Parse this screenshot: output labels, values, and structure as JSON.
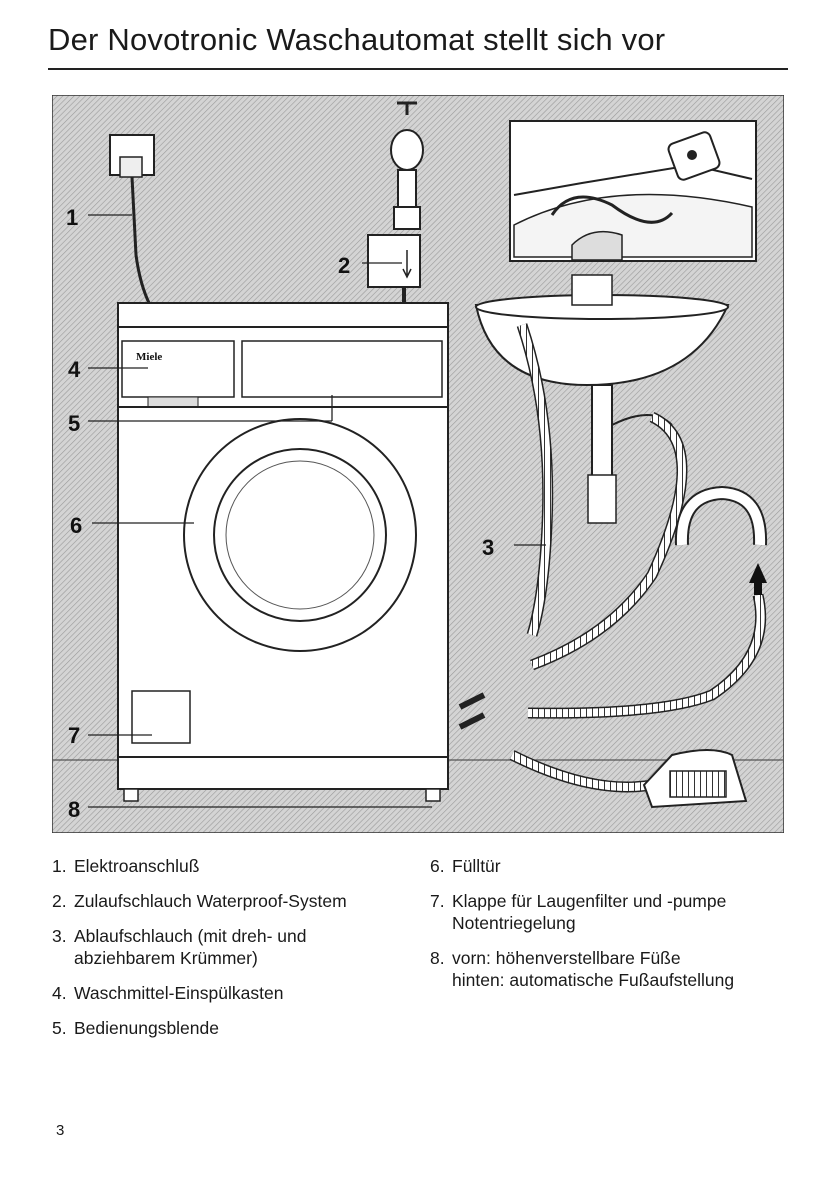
{
  "page": {
    "title": "Der Novotronic Waschautomat stellt sich vor",
    "page_number": "3"
  },
  "figure": {
    "brand_label": "Miele",
    "callouts": [
      "1",
      "2",
      "3",
      "4",
      "5",
      "6",
      "7",
      "8"
    ]
  },
  "legend": {
    "left": [
      {
        "num": "1.",
        "lines": [
          "Elektroanschluß"
        ]
      },
      {
        "num": "2.",
        "lines": [
          "Zulaufschlauch Waterproof-System"
        ]
      },
      {
        "num": "3.",
        "lines": [
          "Ablaufschlauch (mit dreh- und",
          "abziehbarem Krümmer)"
        ]
      },
      {
        "num": "4.",
        "lines": [
          "Waschmittel-Einspülkasten"
        ]
      },
      {
        "num": "5.",
        "lines": [
          "Bedienungsblende"
        ]
      }
    ],
    "right": [
      {
        "num": "6.",
        "lines": [
          "Fülltür"
        ]
      },
      {
        "num": "7.",
        "lines": [
          "Klappe für Laugenfilter und -pumpe",
          "Notentriegelung"
        ]
      },
      {
        "num": "8.",
        "lines": [
          "vorn: höhenverstellbare Füße",
          "hinten: automatische Fußaufstellung"
        ]
      }
    ]
  }
}
